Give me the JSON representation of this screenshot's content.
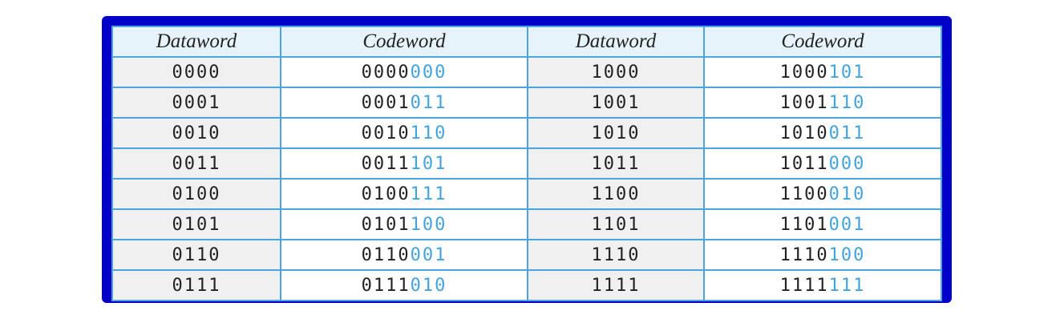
{
  "colors": {
    "frame": "#0000c8",
    "grid_line": "#4ba3df",
    "check_bits": "#43a3de",
    "header_bg": "#e6f3fb",
    "dataword_bg": "#f0f0f0"
  },
  "table": {
    "headers": [
      "Dataword",
      "Codeword",
      "Dataword",
      "Codeword"
    ],
    "rows": [
      {
        "d1": "0000",
        "c1_data": "0000",
        "c1_check": "000",
        "d2": "1000",
        "c2_data": "1000",
        "c2_check": "101"
      },
      {
        "d1": "0001",
        "c1_data": "0001",
        "c1_check": "011",
        "d2": "1001",
        "c2_data": "1001",
        "c2_check": "110"
      },
      {
        "d1": "0010",
        "c1_data": "0010",
        "c1_check": "110",
        "d2": "1010",
        "c2_data": "1010",
        "c2_check": "011"
      },
      {
        "d1": "0011",
        "c1_data": "0011",
        "c1_check": "101",
        "d2": "1011",
        "c2_data": "1011",
        "c2_check": "000"
      },
      {
        "d1": "0100",
        "c1_data": "0100",
        "c1_check": "111",
        "d2": "1100",
        "c2_data": "1100",
        "c2_check": "010"
      },
      {
        "d1": "0101",
        "c1_data": "0101",
        "c1_check": "100",
        "d2": "1101",
        "c2_data": "1101",
        "c2_check": "001"
      },
      {
        "d1": "0110",
        "c1_data": "0110",
        "c1_check": "001",
        "d2": "1110",
        "c2_data": "1110",
        "c2_check": "100"
      },
      {
        "d1": "0111",
        "c1_data": "0111",
        "c1_check": "010",
        "d2": "1111",
        "c2_data": "1111",
        "c2_check": "111"
      }
    ]
  }
}
